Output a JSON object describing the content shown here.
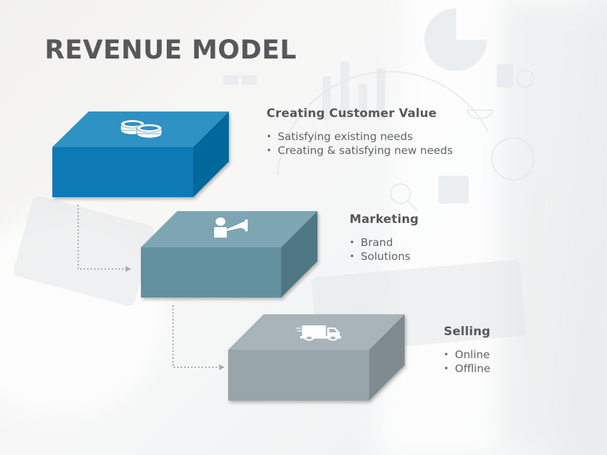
{
  "slide": {
    "title": "REVENUE MODEL"
  },
  "steps": [
    {
      "heading": "Creating Customer Value",
      "bullets": [
        "Satisfying existing needs",
        "Creating & satisfying new needs"
      ],
      "icon": "coins-icon",
      "colors": {
        "top": "#2f92c4",
        "front": "#0a7ab5",
        "side": "#05679a"
      }
    },
    {
      "heading": "Marketing",
      "bullets": [
        "Brand",
        "Solutions"
      ],
      "icon": "megaphone-person-icon",
      "colors": {
        "top": "#7ea5b2",
        "front": "#63909f",
        "side": "#4f7683"
      }
    },
    {
      "heading": "Selling",
      "bullets": [
        "Online",
        "Offline"
      ],
      "icon": "delivery-truck-icon",
      "colors": {
        "top": "#a9b4b9",
        "front": "#98a5ab",
        "side": "#7f8b91"
      }
    }
  ],
  "bullet_glyph": "•",
  "connector_color": "#a9a9a9"
}
